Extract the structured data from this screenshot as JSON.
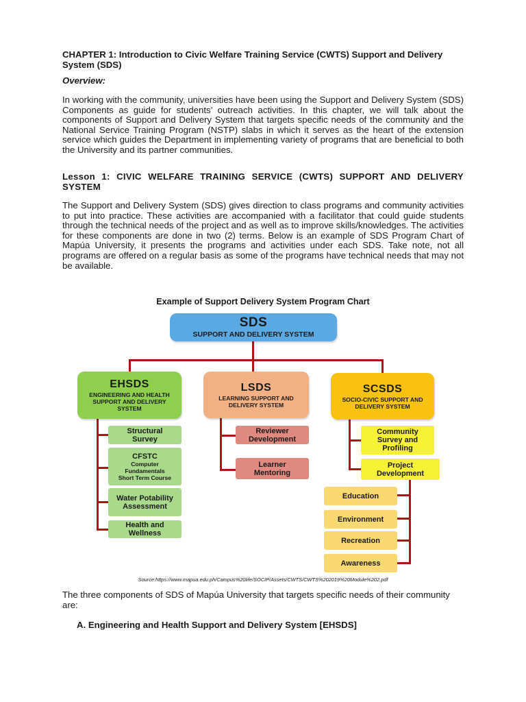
{
  "document": {
    "chapter_title": "CHAPTER 1: Introduction to Civic Welfare Training Service (CWTS) Support and Delivery System (SDS)",
    "overview_heading": "Overview:",
    "intro_paragraph": "In working with the community, universities have been using the Support and Delivery System (SDS) Components as guide for students’ outreach activities. In this chapter, we will talk about the components of Support and Delivery System that targets specific needs of the community and the National Service Training Program (NSTP) slabs in which it serves as the heart of the extension service which guides the Department in implementing variety of programs that are beneficial to both the University and its partner communities.",
    "lesson_heading": "Lesson 1: CIVIC WELFARE TRAINING SERVICE (CWTS) SUPPORT AND DELIVERY SYSTEM",
    "sds_paragraph": "The Support and Delivery System (SDS) gives direction to class programs and community activities to put into practice. These activities are accompanied with a facilitator that could guide students through the technical needs of the project and as well as to improve skills/knowledges. The activities for these components are done in two (2) terms. Below is an example of SDS Program Chart of Mapúa University, it presents the programs and activities under each SDS. Take note, not all programs are offered on a regular basis as some of the programs have technical needs that may not be available.",
    "chart_title": "Example of Support Delivery System Program Chart",
    "source_line": "Source:https://www.mapua.edu.ph/Campus%20life/SOCIP/Assets/CWTS/CWTS%202019%20Module%202.pdf",
    "three_components_paragraph": "The three components of SDS of Mapúa University that targets specific needs of their community are:",
    "section_a": "A.  Engineering and Health Support and Delivery System [EHSDS]"
  },
  "diagram": {
    "root": {
      "title": "SDS",
      "subtitle": "SUPPORT AND DELIVERY SYSTEM"
    },
    "ehsds": {
      "title": "EHSDS",
      "subtitle": "ENGINEERING AND HEALTH SUPPORT AND DELIVERY SYSTEM",
      "items": [
        {
          "label": "Structural Survey"
        },
        {
          "label": "CFSTC",
          "sub": "Computer Fundamentals Short Term Course"
        },
        {
          "label": "Water Potability Assessment"
        },
        {
          "label": "Health and Wellness"
        }
      ]
    },
    "lsds": {
      "title": "LSDS",
      "subtitle": "LEARNING SUPPORT AND DELIVERY SYSTEM",
      "items": [
        {
          "label": "Reviewer Development"
        },
        {
          "label": "Learner Mentoring"
        }
      ]
    },
    "scsds": {
      "title": "SCSDS",
      "subtitle": "SOCIO-CIVIC SUPPORT AND DELIVERY SYSTEM",
      "items": [
        {
          "label": "Community Survey and Profiling"
        },
        {
          "label": "Project Development"
        }
      ],
      "sub_items": [
        {
          "label": "Education"
        },
        {
          "label": "Environment"
        },
        {
          "label": "Recreation"
        },
        {
          "label": "Awareness"
        }
      ]
    },
    "colors": {
      "root": "#5ba9e2",
      "ehsds": "#8ed04d",
      "ehsds_item": "#a9d98a",
      "lsds": "#f2b184",
      "lsds_item": "#df8a80",
      "scsds": "#f9c211",
      "scsds_item": "#f7f236",
      "scsds_sub": "#f9d871",
      "connector": "#b01515"
    }
  }
}
